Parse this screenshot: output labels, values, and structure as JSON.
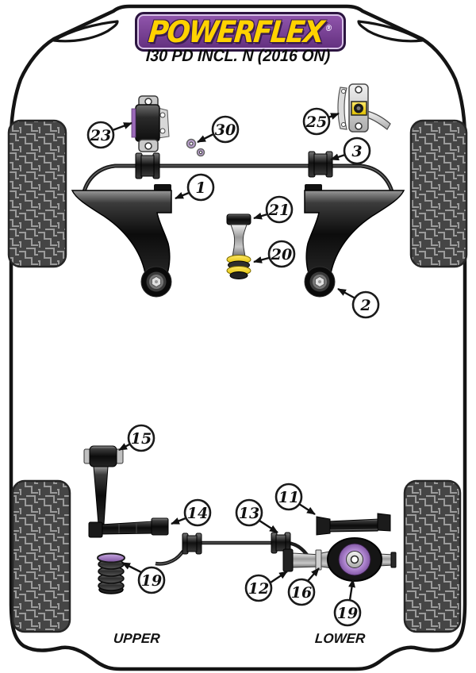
{
  "header": {
    "brand": "POWERFLEX",
    "registered_mark": "®",
    "model": "I30 PD INCL. N (2016 ON)"
  },
  "labels": {
    "upper": "UPPER",
    "lower": "LOWER"
  },
  "callouts": {
    "numbers": [
      "23",
      "30",
      "25",
      "3",
      "1",
      "21",
      "20",
      "2",
      "15",
      "14",
      "13",
      "11",
      "19",
      "12",
      "16",
      "19"
    ]
  },
  "colors": {
    "brand_purple": "#622f7e",
    "brand_yellow": "#ffd200",
    "bushing_purple": "#b48cd4",
    "bushing_yellow": "#f3d303",
    "line_black": "#141414"
  }
}
